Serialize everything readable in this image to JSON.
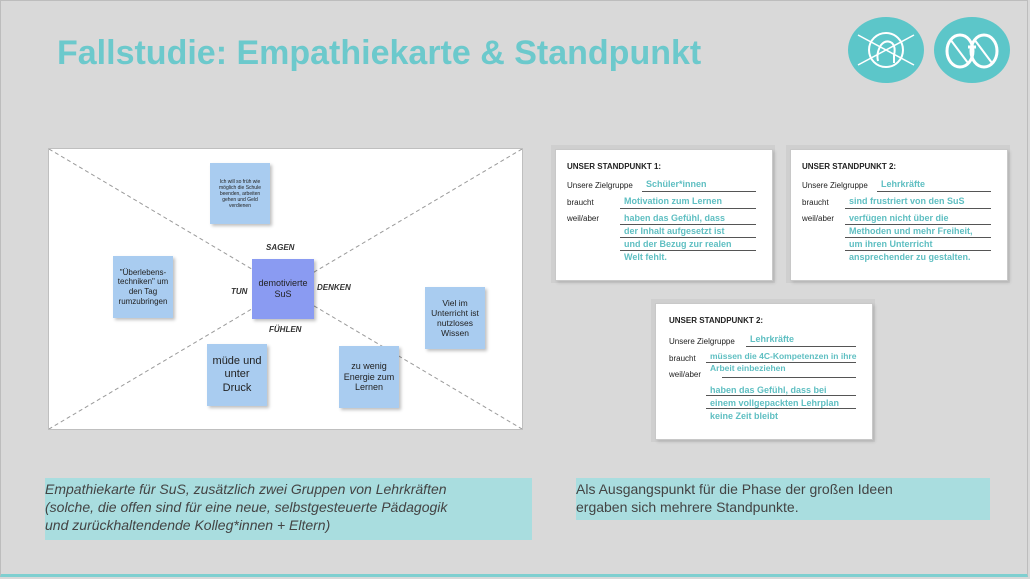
{
  "title": "Fallstudie: Empathiekarte & Standpunkt",
  "logos": [
    "head-gear-logo",
    "binoculars-logo"
  ],
  "empathy_map": {
    "labels": {
      "sagen": "SAGEN",
      "denken": "DENKEN",
      "fuehlen": "FÜHLEN",
      "tun": "TUN"
    },
    "center": "demotivierte SuS",
    "notes": {
      "top": "Ich will so früh wie möglich die Schule beenden, arbeiten gehen und Geld verdienen",
      "left": "\"Überlebens-techniken\" um den Tag rumzubringen",
      "right": "Viel im Unterricht ist nutzloses Wissen",
      "bottom_left": "müde und unter Druck",
      "bottom_right": "zu wenig Energie zum Lernen"
    }
  },
  "standpunkte": [
    {
      "heading": "UNSER STANDPUNKT 1:",
      "labels": {
        "zielgruppe": "Unsere Zielgruppe",
        "braucht": "braucht",
        "weil": "weil/aber"
      },
      "zielgruppe": "Schüler*innen",
      "braucht": "Motivation zum Lernen",
      "weil": [
        "haben das Gefühl, dass",
        "der Inhalt aufgesetzt ist",
        "und der Bezug zur realen",
        "Welt fehlt."
      ]
    },
    {
      "heading": "UNSER STANDPUNKT 2:",
      "labels": {
        "zielgruppe": "Unsere Zielgruppe",
        "braucht": "braucht",
        "weil": "weil/aber"
      },
      "zielgruppe": "Lehrkräfte",
      "braucht": "sind frustriert von den SuS",
      "weil": [
        "verfügen nicht über die",
        "Methoden und mehr Freiheit,",
        "um ihren Unterricht",
        "ansprechender zu gestalten."
      ]
    },
    {
      "heading": "UNSER STANDPUNKT 2:",
      "labels": {
        "zielgruppe": "Unsere Zielgruppe",
        "braucht": "braucht",
        "weil": "weil/aber"
      },
      "zielgruppe": "Lehrkräfte",
      "braucht": [
        "müssen die 4C-Kompetenzen in ihre",
        "Arbeit einbeziehen"
      ],
      "weil": [
        "haben das Gefühl, dass bei",
        "einem vollgepackten Lehrplan",
        "keine Zeit bleibt"
      ]
    }
  ],
  "captions": {
    "left": [
      "Empathiekarte für SuS, zusätzlich zwei Gruppen von Lehrkräften",
      "(solche, die offen sind für eine neue, selbstgesteuerte Pädagogik",
      "und zurückhaltendende Kolleg*innen + Eltern)"
    ],
    "right": [
      "Als Ausgangspunkt für die Phase der großen Ideen",
      "ergaben sich mehrere Standpunkte."
    ]
  }
}
